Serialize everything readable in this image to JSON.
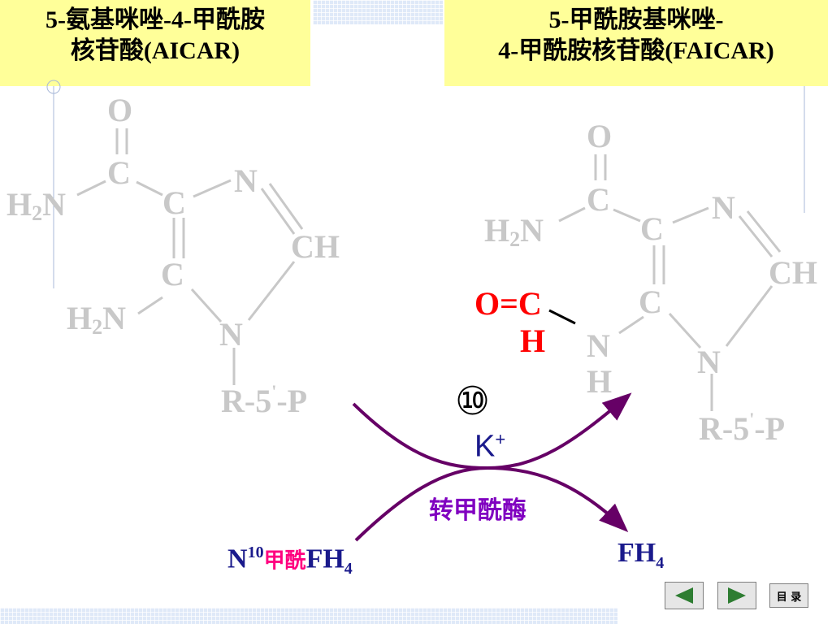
{
  "aicar": {
    "title_line1": "5-氨基咪唑-4-甲酰胺",
    "title_line2": "核苷酸(AICAR)",
    "atoms": {
      "o": "O",
      "c1": "C",
      "h2n_left": "H",
      "h2n_sub": "2",
      "h2n_n": "N",
      "c2": "C",
      "n3": "N",
      "ch": "CH",
      "c4": "C",
      "h2n2": "H",
      "h2n2_sub": "2",
      "h2n2_n": "N",
      "n1": "N",
      "r_main": "R-5",
      "r_prime": "'",
      "r_tail": "-P"
    }
  },
  "faicar": {
    "title_line1": "5-甲酰胺基咪唑-",
    "title_line2": "4-甲酰胺核苷酸(FAICAR)",
    "atoms": {
      "o": "O",
      "c1": "C",
      "h2n": "H",
      "h2n_sub": "2",
      "h2n_n": "N",
      "c2": "C",
      "n3": "N",
      "ch": "CH",
      "c4": "C",
      "nh_n": "N",
      "nh_h": "H",
      "n1": "N",
      "formyl_oc": "O=C",
      "formyl_h": "H",
      "r_main": "R-5",
      "r_prime": "'",
      "r_tail": "-P"
    }
  },
  "reaction": {
    "step": "⑩",
    "cofactor": "K",
    "cofactor_sup": "+",
    "enzyme": "转甲酰酶",
    "donor_n": "N",
    "donor_sup": "10",
    "donor_mid": "甲酰",
    "donor_fh": "FH",
    "donor_sub": "4",
    "product_fh": "FH",
    "product_sub": "4"
  },
  "nav": {
    "prev_icon": "triangle-left-icon",
    "next_icon": "triangle-right-icon",
    "menu_label": "目 录"
  },
  "colors": {
    "structure_gray": "#c8c8c8",
    "title_bg": "#ffff99",
    "formyl_red": "#ff0000",
    "arrow_purple": "#660066",
    "label_blue": "#1a1a8c",
    "enzyme_purple": "#8000c0",
    "formyl_pink": "#ff0080"
  }
}
